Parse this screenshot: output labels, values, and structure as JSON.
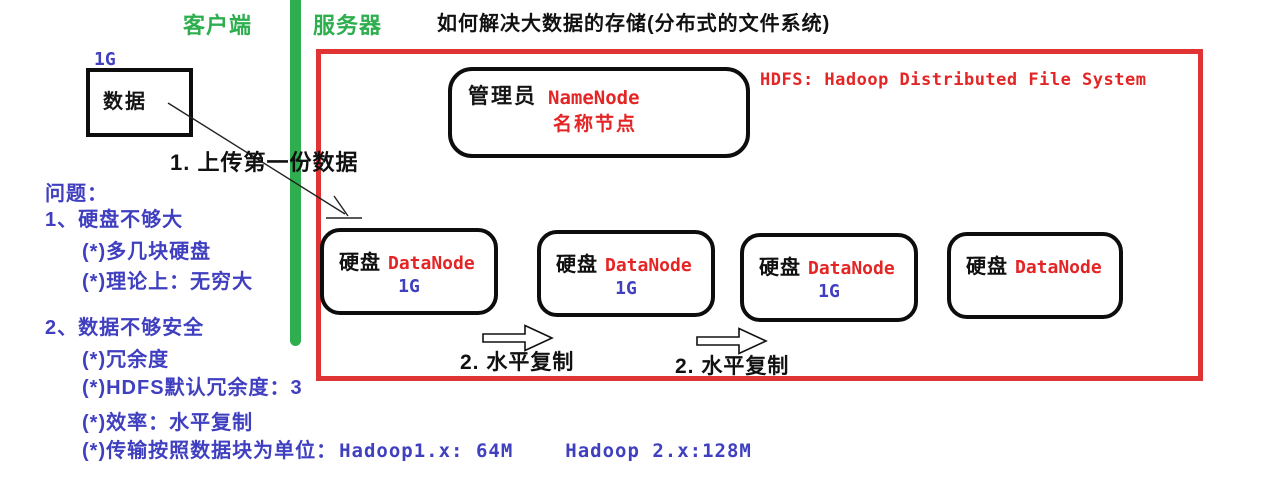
{
  "colors": {
    "divider_green": "#2eae4e",
    "server_border_red": "#e03434",
    "accent_red_text": "#e42525",
    "note_blue": "#3f3fc0",
    "ink_black": "#151515"
  },
  "header": {
    "client_label": "客户端",
    "server_label": "服务器",
    "title": "如何解决大数据的存储(分布式的文件系统)"
  },
  "client": {
    "data_size": "1G",
    "data_box_label": "数据",
    "upload_step_label": "1. 上传第一份数据"
  },
  "server": {
    "hdfs_caption": "HDFS: Hadoop Distributed File System",
    "namenode": {
      "admin_label": "管理员",
      "node_type": "NameNode",
      "node_name_cn": "名称节点"
    },
    "datanodes": [
      {
        "disk_label": "硬盘",
        "node_type": "DataNode",
        "capacity": "1G"
      },
      {
        "disk_label": "硬盘",
        "node_type": "DataNode",
        "capacity": "1G"
      },
      {
        "disk_label": "硬盘",
        "node_type": "DataNode",
        "capacity": "1G"
      },
      {
        "disk_label": "硬盘",
        "node_type": "DataNode"
      }
    ],
    "replicate_step_labels": [
      "2. 水平复制",
      "2. 水平复制"
    ]
  },
  "notes": {
    "heading": "问题：",
    "line1": "1、硬盘不够大",
    "line2": "(*)多几块硬盘",
    "line3": "(*)理论上：无穷大",
    "line4": "2、数据不够安全",
    "line5": "(*)冗余度",
    "line6": "(*)HDFS默认冗余度：3",
    "line7": "(*)效率：水平复制",
    "line8_prefix": "(*)传输按照数据块为单位：",
    "line8_hadoop1": "Hadoop1.x: 64M",
    "line8_hadoop2": "Hadoop 2.x:128M"
  }
}
